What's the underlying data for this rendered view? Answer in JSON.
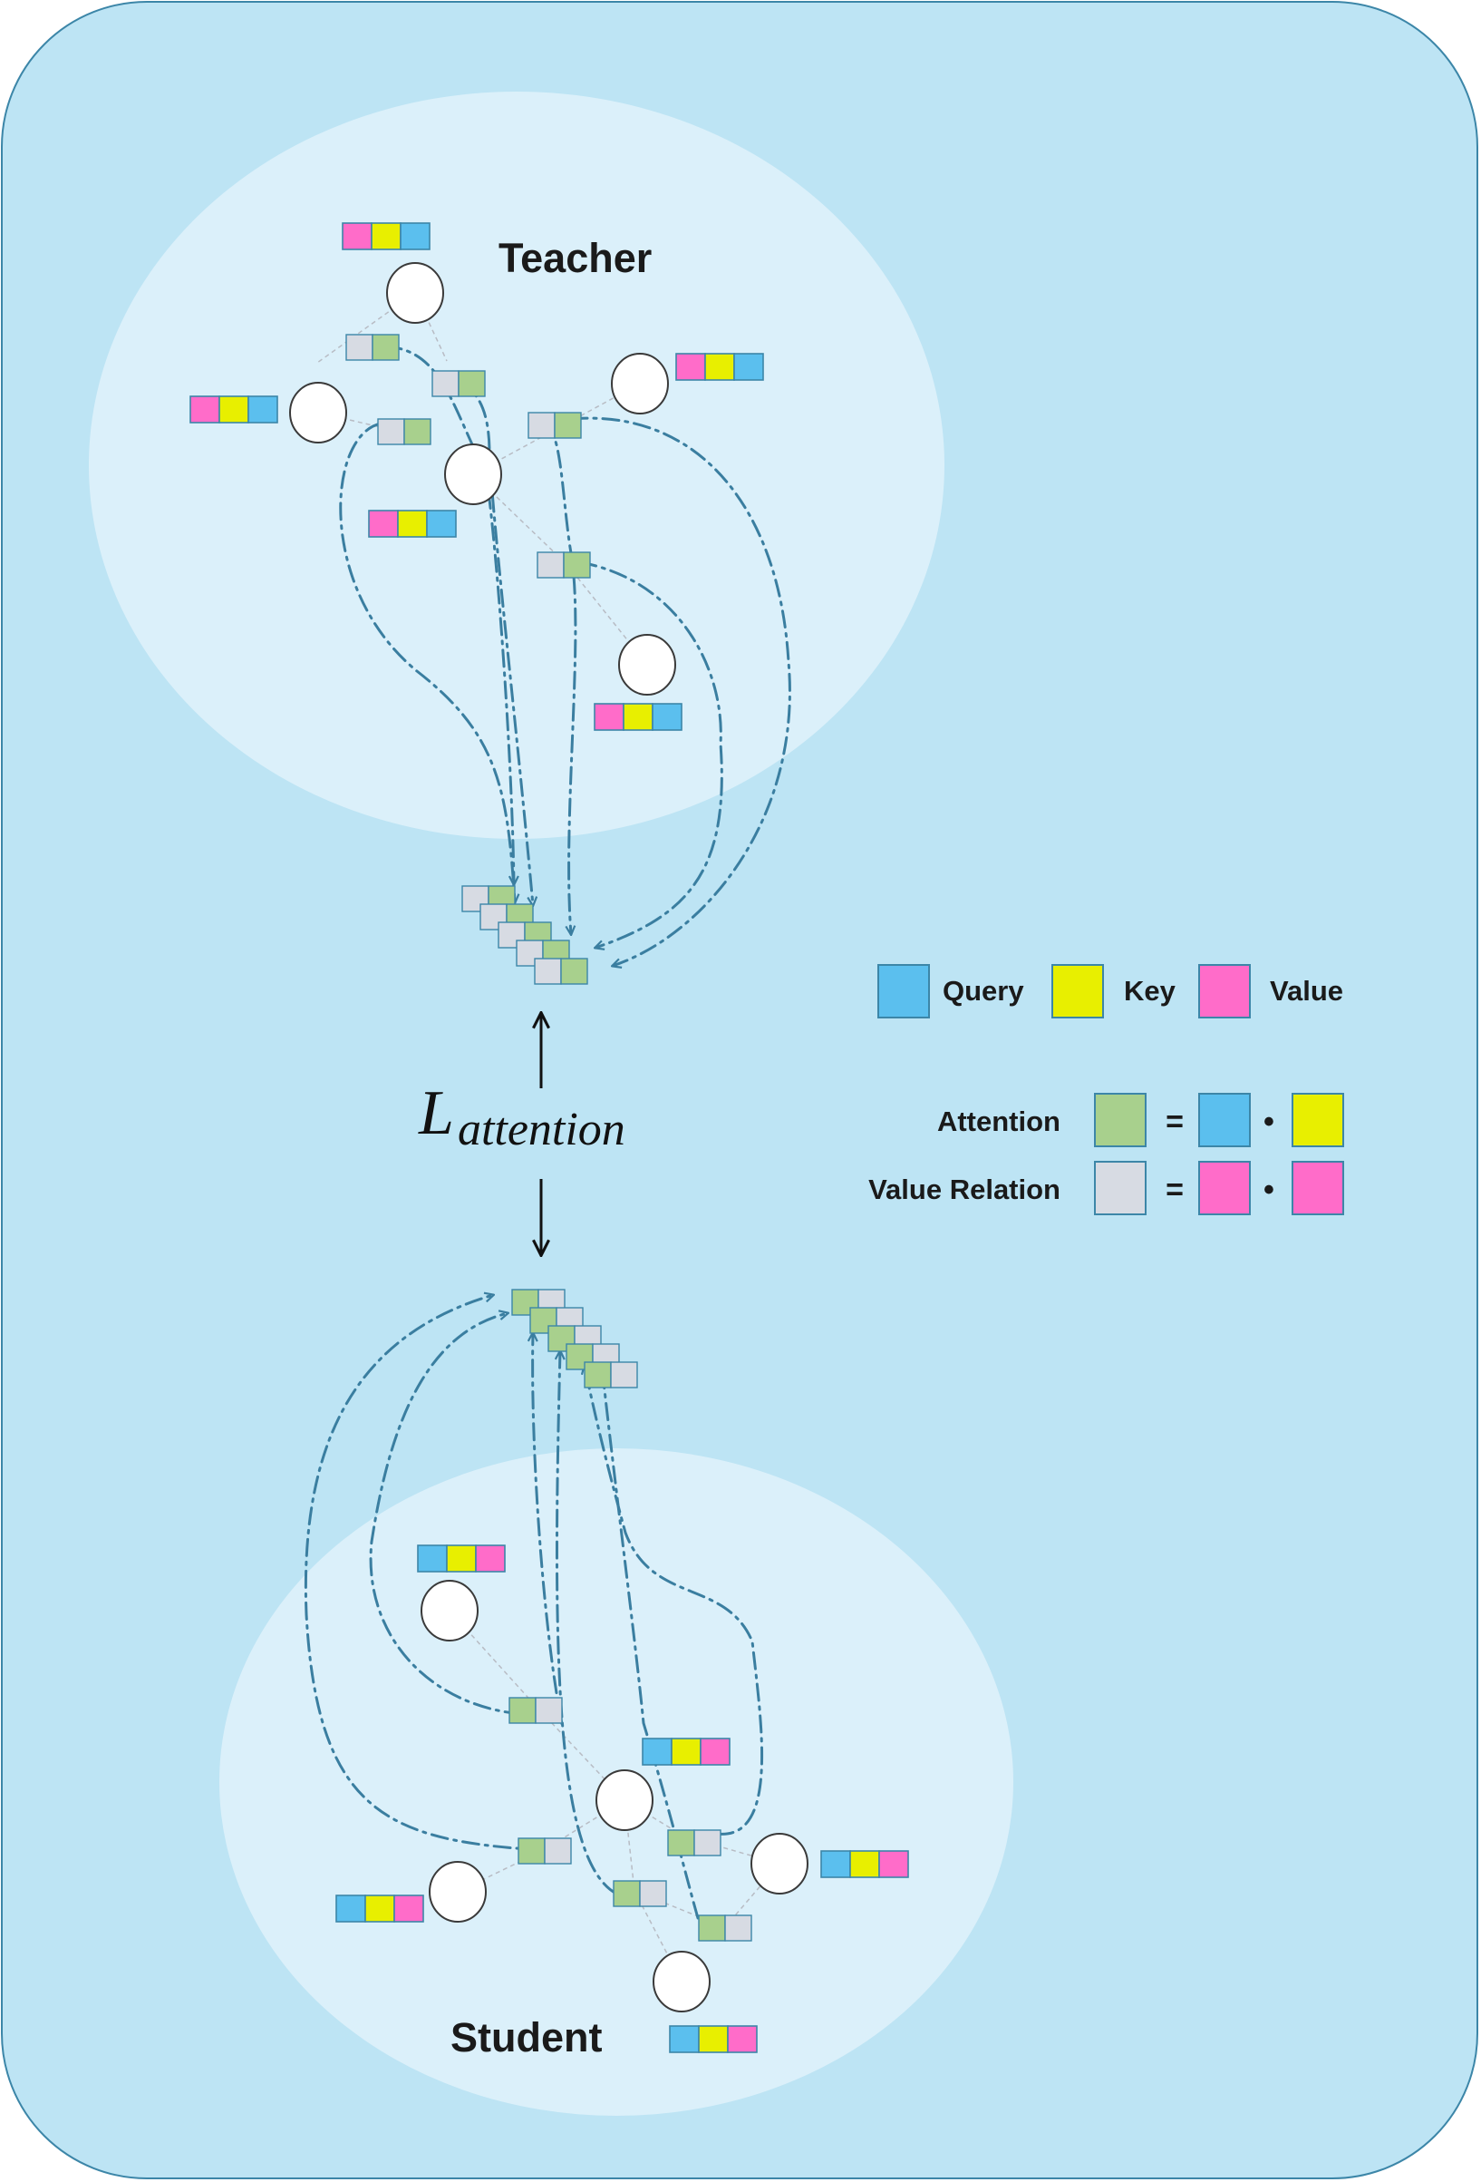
{
  "labels": {
    "teacher": "Teacher",
    "student": "Student",
    "loss_main": "L",
    "loss_sub": "attention"
  },
  "legend": {
    "query": "Query",
    "key": "Key",
    "value": "Value",
    "attention": "Attention",
    "value_relation": "Value Relation",
    "equals": "=",
    "dot": "•"
  },
  "colors": {
    "background": "#bde4f4",
    "cluster": "#dbf0fa",
    "border": "#3c86a8",
    "query": "#5bbfee",
    "key": "#e8ef00",
    "value": "#ff6cc9",
    "attention": "#a8d08d",
    "value_relation": "#d7dbe3",
    "arrow": "#3a7ea0",
    "node": "#ffffff"
  }
}
